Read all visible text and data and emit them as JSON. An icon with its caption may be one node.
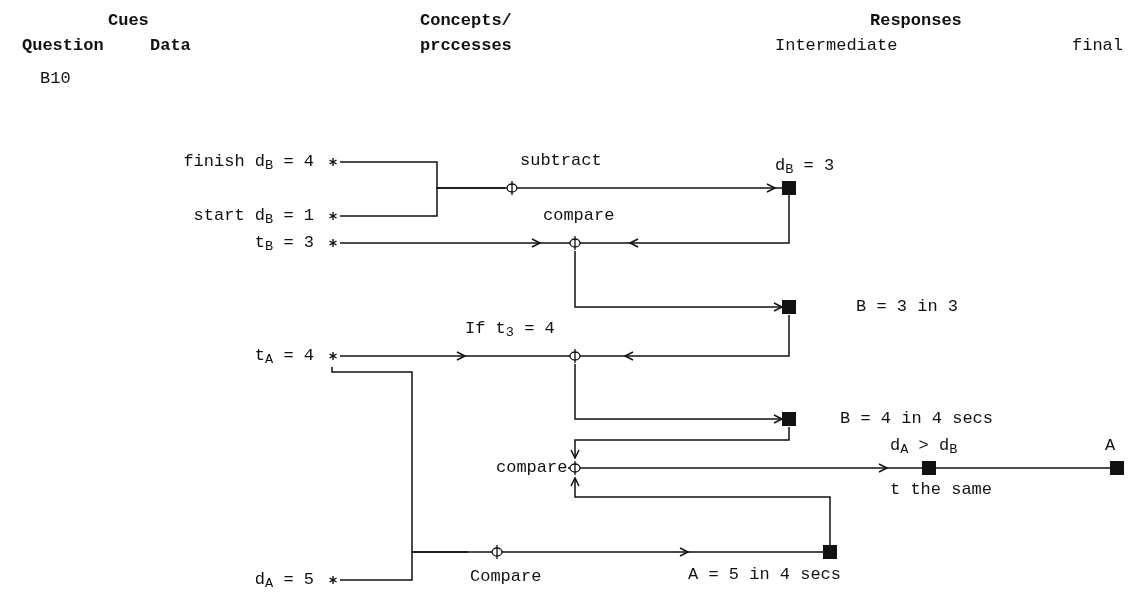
{
  "diagram": {
    "nodes": [
      {
        "text": [
          "finish d$_{B}$ = 4"
        ]
      },
      {
        "text": [
          "start d$_{B}$ = 1"
        ]
      },
      {
        "text": [
          "t$_{B}$ = 3"
        ]
      },
      {
        "text": [
          "t$_{A}$ = 4"
        ]
      },
      {
        "text": [
          "d$_{A}$ = 5"
        ]
      },
      {
        "text": [
          "subtract"
        ]
      },
      {
        "text": [
          "compare"
        ]
      },
      {
        "text": [
          "If t$_{3}$ = 4"
        ]
      },
      {
        "text": [
          "compare"
        ]
      },
      {
        "text": [
          "Compare"
        ]
      },
      {
        "text": [
          "d$_{B}$ = 3"
        ]
      },
      {
        "text": [
          "B = 3 in 3"
        ]
      },
      {
        "text": [
          "B = 4 in 4 secs"
        ]
      },
      {
        "text": [
          "d$_{A}$ > d$_{B}$",
          "t the same"
        ]
      },
      {
        "text": [
          "A"
        ]
      },
      {
        "text": [
          "A = 5 in 4 secs"
        ]
      }
    ],
    "edges": [
      {
        "from": 0,
        "to": 5,
        "arrow": "none"
      },
      {
        "from": 1,
        "to": 5,
        "arrow": "none"
      },
      {
        "from": 5,
        "to": 10,
        "arrow": "to"
      },
      {
        "from": 2,
        "to": 6,
        "arrow": "to"
      },
      {
        "from": 10,
        "to": 6,
        "arrow": "to"
      },
      {
        "from": 6,
        "to": 11,
        "arrow": "to"
      },
      {
        "from": 3,
        "to": 7,
        "arrow": "to"
      },
      {
        "from": 11,
        "to": 7,
        "arrow": "to"
      },
      {
        "from": 7,
        "to": 12,
        "arrow": "to"
      },
      {
        "from": 12,
        "to": 8,
        "arrow": "to"
      },
      {
        "from": 8,
        "to": 13,
        "arrow": "to"
      },
      {
        "from": 13,
        "to": 14,
        "arrow": "none"
      },
      {
        "from": 15,
        "to": 8,
        "arrow": "to"
      },
      {
        "from": 3,
        "to": 9,
        "arrow": "none"
      },
      {
        "from": 4,
        "to": 9,
        "arrow": "none"
      },
      {
        "from": 9,
        "to": 15,
        "arrow": "to"
      }
    ],
    "labels": [
      "Cues",
      "Question",
      "Data",
      "Concepts/ prccesses",
      "Responses",
      "Intermediate",
      "final",
      "B10"
    ]
  }
}
